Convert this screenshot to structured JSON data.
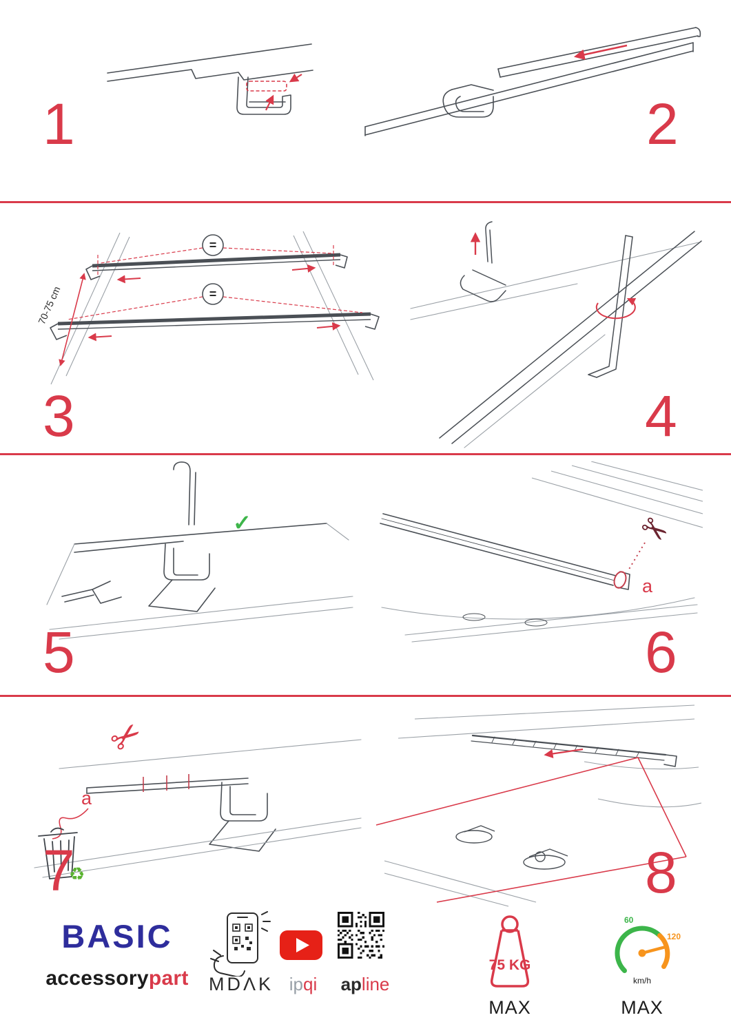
{
  "colors": {
    "accent_red": "#d93a4a",
    "line_gray": "#4a4f55",
    "basic_blue": "#2e2d9c",
    "check_green": "#3db54a",
    "gauge_green": "#3cb54a",
    "gauge_orange": "#f7941d",
    "youtube_red": "#e62117"
  },
  "icons": {
    "scissors": "✂",
    "check": "✓",
    "recycle": "♻"
  },
  "steps": {
    "s1": {
      "number": "1"
    },
    "s2": {
      "number": "2"
    },
    "s3": {
      "number": "3",
      "measure": "70-75 cm",
      "equals": "="
    },
    "s4": {
      "number": "4"
    },
    "s5": {
      "number": "5"
    },
    "s6": {
      "number": "6",
      "label_a": "a"
    },
    "s7": {
      "number": "7",
      "label_a": "a"
    },
    "s8": {
      "number": "8"
    }
  },
  "footer": {
    "basic": "BASIC",
    "accessory": "accessory",
    "part": "part",
    "mdak": "MDΛK",
    "ip": "ip",
    "qi": "qi",
    "ap": "ap",
    "line": "line",
    "weight_value": "75 KG",
    "weight_max": "MAX",
    "speed_low": "60",
    "speed_high": "120",
    "speed_unit": "km/h",
    "speed_max": "MAX"
  }
}
